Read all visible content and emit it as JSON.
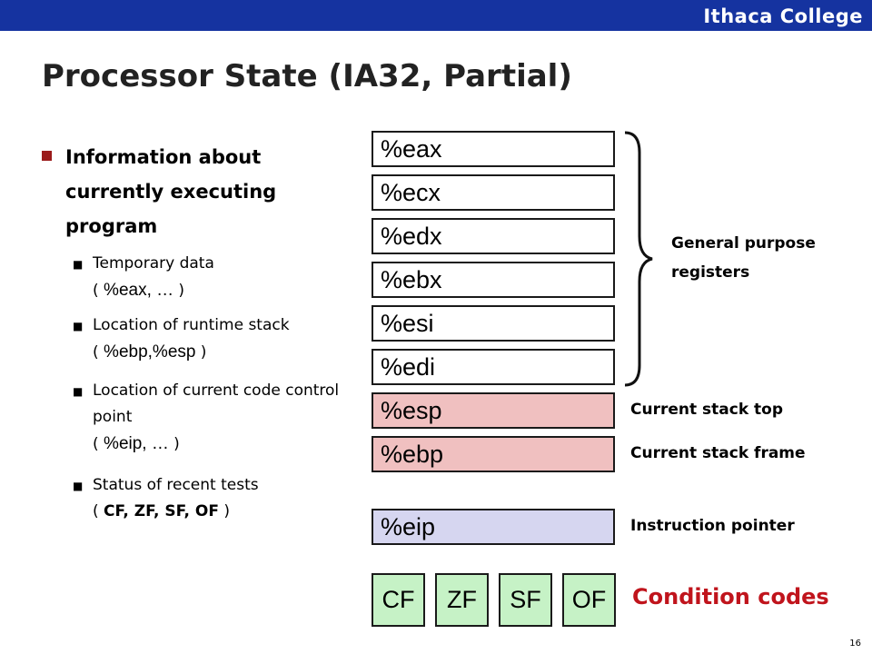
{
  "header": {
    "brand": "Ithaca College"
  },
  "slide": {
    "title": "Processor State (IA32, Partial)",
    "main_bullet": "Information about currently executing program",
    "sub_bullets": [
      {
        "text": "Temporary data",
        "detail_open": "( ",
        "detail_code": "%eax, … ",
        "detail_close": ")"
      },
      {
        "text": "Location of runtime stack",
        "detail_open": "( ",
        "detail_code": "%ebp,%esp ",
        "detail_close": ")"
      },
      {
        "text": "Location of current code control point",
        "detail_open": "( ",
        "detail_code": "%eip, … ",
        "detail_close": ")"
      },
      {
        "text": "Status of recent tests",
        "detail_open": "( ",
        "detail_code": "CF, ZF, SF, OF",
        "detail_close": " )"
      }
    ]
  },
  "registers": {
    "general": [
      "%eax",
      "%ecx",
      "%edx",
      "%ebx",
      "%esi",
      "%edi"
    ],
    "stack": [
      "%esp",
      "%ebp"
    ],
    "instruction": "%eip",
    "condition_codes": [
      "CF",
      "ZF",
      "SF",
      "OF"
    ]
  },
  "labels": {
    "general_line1": "General purpose",
    "general_line2": "registers",
    "stack_top": "Current stack top",
    "stack_frame": "Current stack frame",
    "instruction_pointer": "Instruction pointer",
    "condition_codes": "Condition codes"
  },
  "colors": {
    "header_bar": "#1533a0",
    "stack_register_fill": "#f0c0c0",
    "instruction_register_fill": "#d6d6f0",
    "condition_code_fill": "#c6f2c6",
    "condition_label": "#c0141c",
    "bullet_marker": "#9b1c1c"
  },
  "footer": {
    "page_number": "16"
  }
}
